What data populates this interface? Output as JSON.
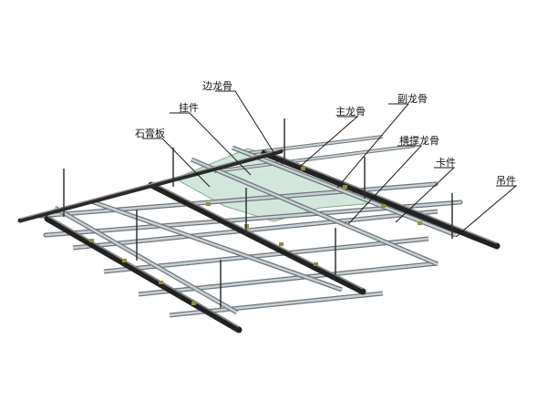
{
  "labels": {
    "edge_keel": "边龙骨",
    "hanger_clip": "挂件",
    "main_keel": "主龙骨",
    "gypsum_board": "石膏板",
    "secondary_keel": "副龙骨",
    "cross_keel": "横撑龙骨",
    "clip": "卡件",
    "hanger": "吊件"
  },
  "colors": {
    "main_keel": "#2f2f2f",
    "main_keel_top": "#8a8a8a",
    "secondary_keel": "#b9c0c4",
    "secondary_keel_edge": "#6d757a",
    "board": "#cfe6da",
    "board_edge": "#7fa08e",
    "rod": "#333333",
    "clip": "#6b6b2a"
  }
}
